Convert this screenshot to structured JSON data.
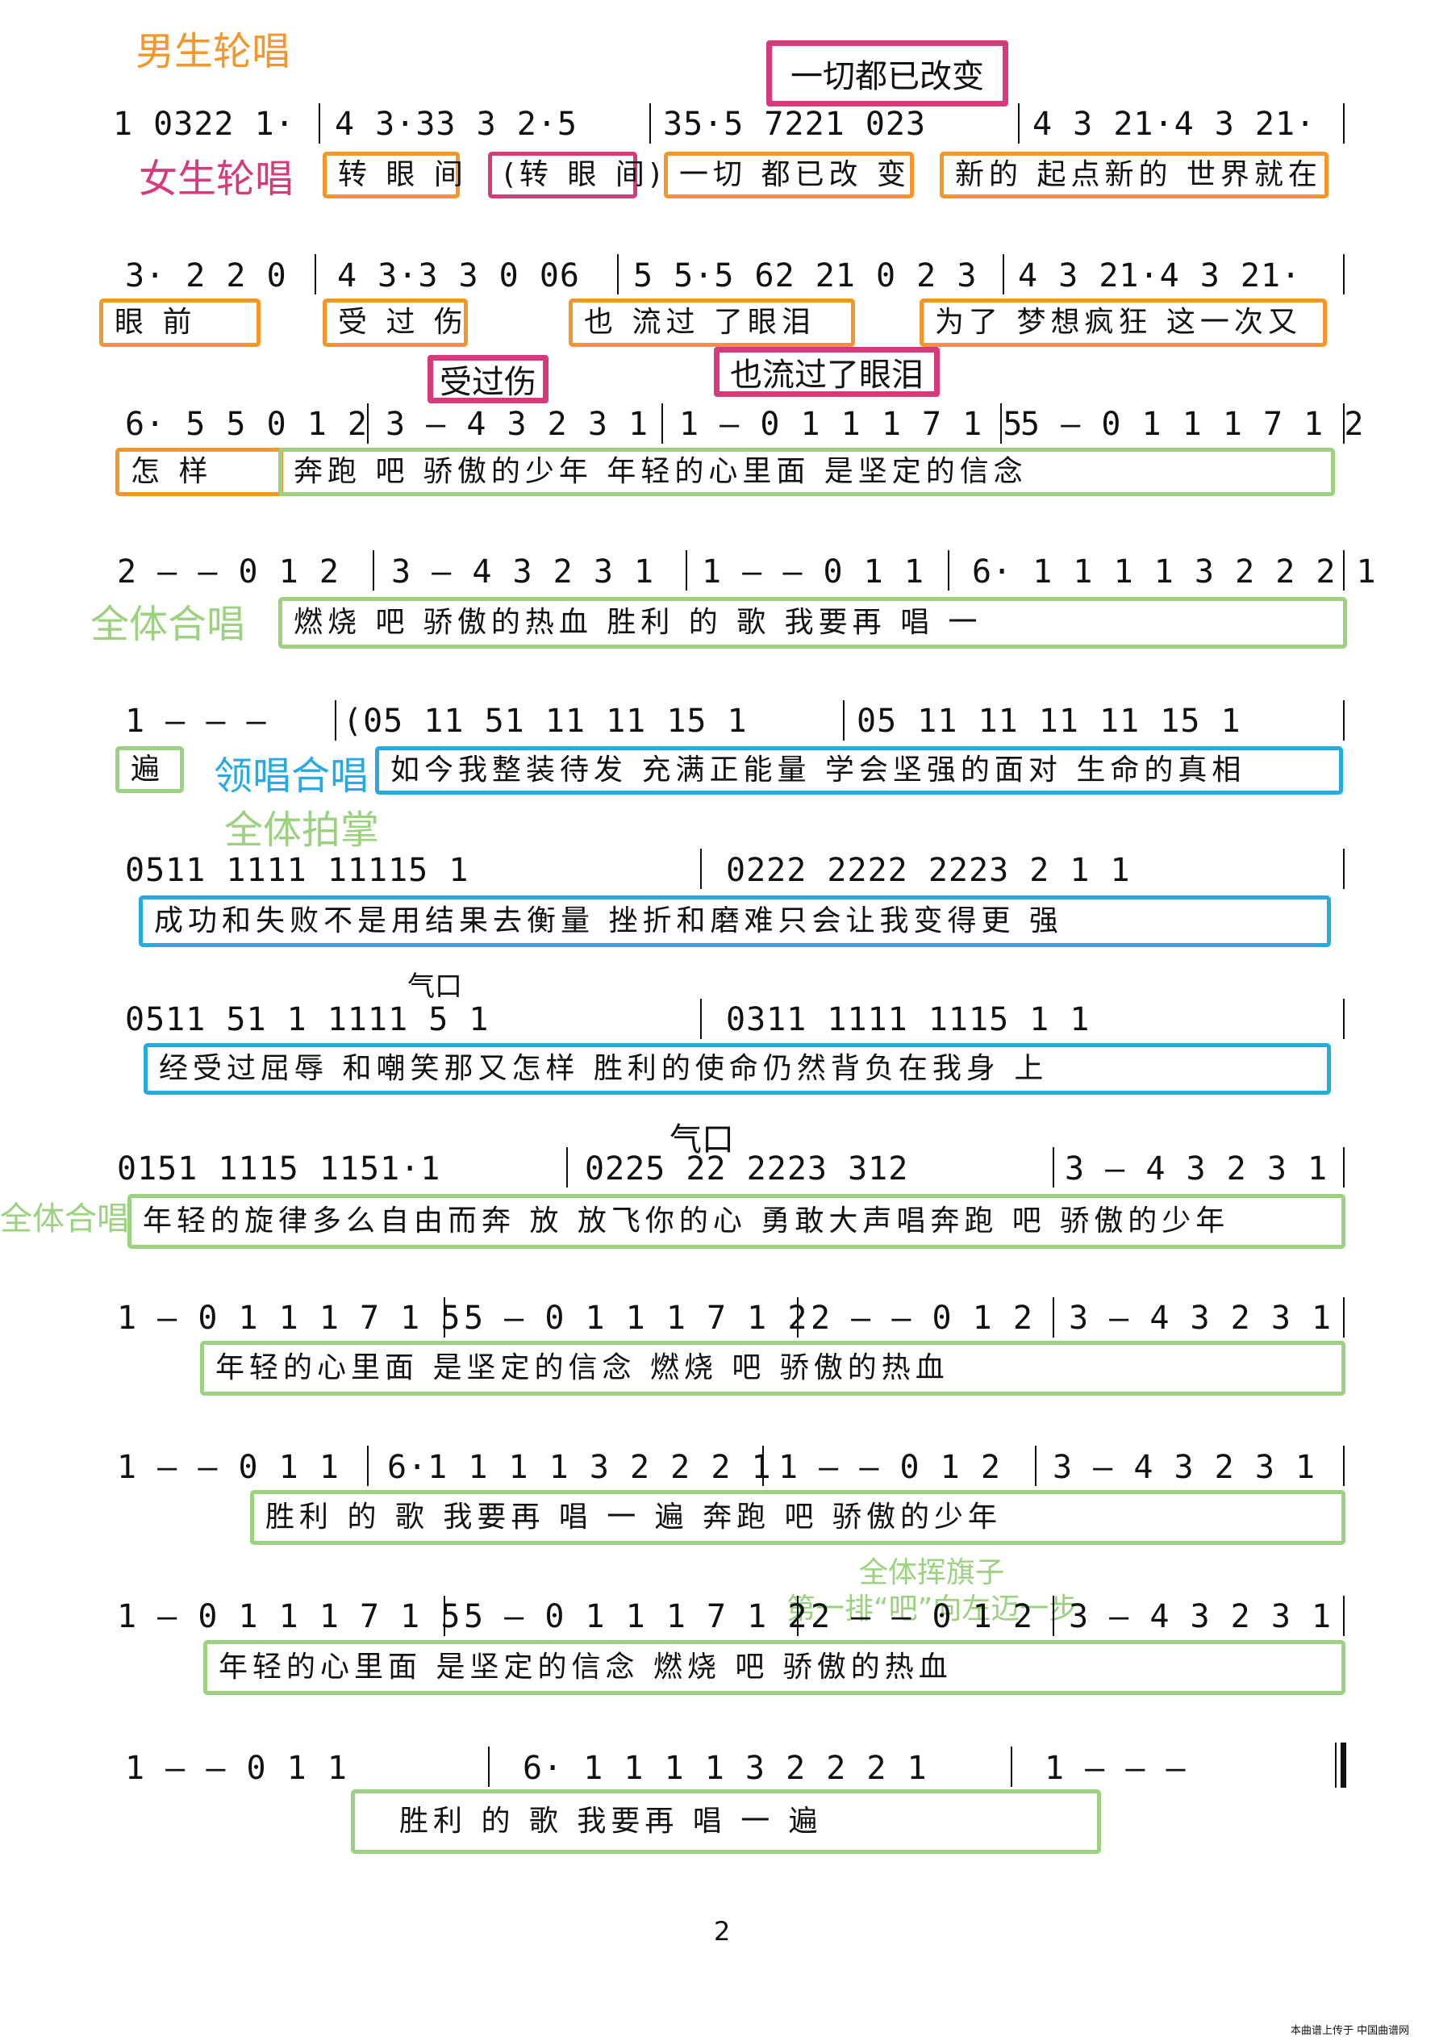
{
  "labels": {
    "male_round": "男生轮唱",
    "female_round": "女生轮唱",
    "all_sing": "全体合唱",
    "lead_chorus": "领唱合唱",
    "all_clap": "全体拍掌",
    "all_sing_2": "全体合唱",
    "breath_1": "气口",
    "breath_2": "气口",
    "flag_1": "全体挥旗子",
    "flag_2": "第一排“吧”向左迈一步"
  },
  "callouts": {
    "c1": "一切都已改变",
    "c2": "受过伤",
    "c3": "也流过了眼泪"
  },
  "rows": [
    {
      "notes": [
        "1 0322 1·",
        "4 3·33 3 2·5",
        "35·5 7221 023",
        "4 3 21·4 3 21·"
      ],
      "lyrics": [
        "转 眼 间",
        "(转 眼 间)",
        "一切 都已改 变",
        "新的 起点新的 世界就在"
      ]
    },
    {
      "notes": [
        "3· 2 2 0",
        "4 3·3 3 0 06",
        "5 5·5 62 21 0 2 3",
        "4 3 21·4 3 21·"
      ],
      "lyrics": [
        "眼  前",
        "受 过 伤",
        "也 流过 了眼泪",
        "为了 梦想疯狂 这一次又"
      ]
    },
    {
      "notes": [
        "6· 5 5 0 1 2",
        "3 — 4 3 2 3 1",
        "1 — 0 1 1 1 7 1 5",
        "5 — 0 1 1 1 7 1 2"
      ],
      "lyrics": [
        "怎  样",
        "奔跑 吧  骄傲的少年      年轻的心里面            是坚定的信念"
      ]
    },
    {
      "notes": [
        "2 — — 0 1 2",
        "3 — 4 3 2 3 1",
        "1 — — 0 1 1",
        "6· 1 1 1 1 3 2 2 2 1"
      ],
      "lyrics": [
        "燃烧  吧   骄傲的热血              胜利  的  歌   我要再   唱   一"
      ]
    },
    {
      "notes": [
        "1 — — —",
        "(05 11 51 11 11 15 1",
        "05 11 11 11 11 15 1"
      ],
      "lyrics": [
        "遍",
        "如今我整装待发 充满正能量    学会坚强的面对 生命的真相"
      ]
    },
    {
      "notes": [
        "0511 1111 11115 1",
        "0222 2222 2223 2 1 1"
      ],
      "lyrics": [
        "成功和失败不是用结果去衡量      挫折和磨难只会让我变得更   强"
      ]
    },
    {
      "notes": [
        "0511 51 1 1111 5 1",
        "0311 1111 1115 1 1"
      ],
      "lyrics": [
        "经受过屈辱 和嘲笑那又怎样       胜利的使命仍然背负在我身 上"
      ]
    },
    {
      "notes": [
        "0151 1115 1151·1",
        "0225 22 2223 312",
        "3 — 4 3 2 3 1"
      ],
      "lyrics": [
        "年轻的旋律多么自由而奔 放    放飞你的心 勇敢大声唱奔跑  吧   骄傲的少年"
      ]
    },
    {
      "notes": [
        "1 — 0 1 1 1 7 1 5",
        "5 — 0 1 1 1 7 1 2",
        "2 — — 0 1 2",
        "3 — 4 3 2 3 1"
      ],
      "lyrics": [
        "年轻的心里面             是坚定的信念            燃烧  吧    骄傲的热血"
      ]
    },
    {
      "notes": [
        "1 — — 0 1 1",
        "6·1 1 1 1 3 2 2 2 1",
        "1 — — 0 1 2",
        "3 — 4 3 2 3 1"
      ],
      "lyrics": [
        "胜利  的  歌   我要再   唱   一   遍            奔跑  吧    骄傲的少年"
      ]
    },
    {
      "notes": [
        "1 — 0 1 1 1 7 1 5",
        "5 — 0 1 1 1 7 1 2",
        "2 — — 0 1 2",
        "3 — 4 3 2 3 1"
      ],
      "lyrics": [
        "年轻的心里面             是坚定的信念            燃烧  吧    骄傲的热血"
      ]
    },
    {
      "notes": [
        "1 — — 0 1 1",
        "6· 1 1 1 1 3 2 2 2 1",
        "1 — — —"
      ],
      "lyrics": [
        "胜利  的  歌   我要再   唱   一   遍"
      ]
    }
  ],
  "footer": {
    "page_number": "2",
    "credit": "本曲谱上传于 中国曲谱网"
  }
}
